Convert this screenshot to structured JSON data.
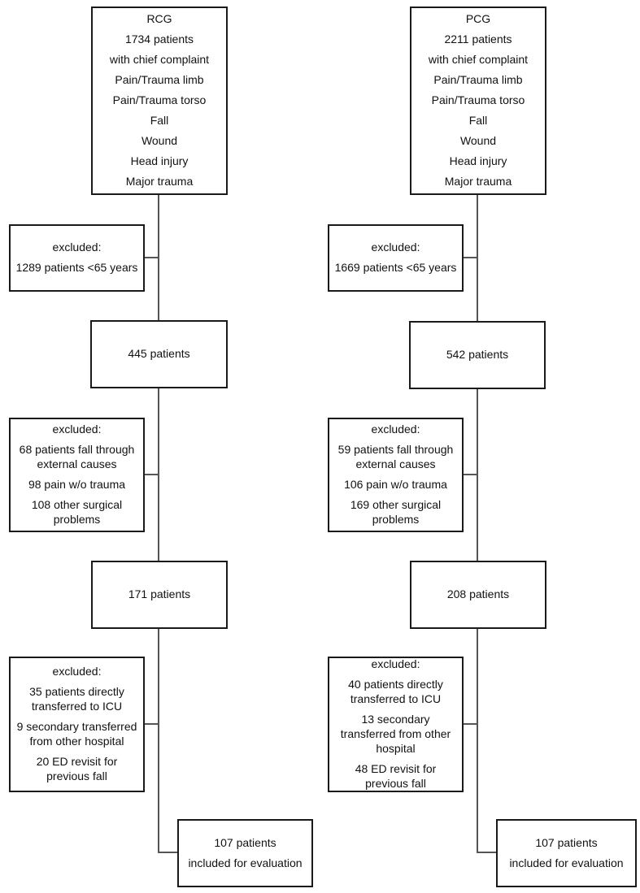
{
  "colors": {
    "box_border": "#1a1a1a",
    "connector": "#555555",
    "text": "#111111",
    "background": "#ffffff"
  },
  "diagram": {
    "rcg": {
      "top": [
        "RCG",
        "1734 patients",
        "with chief complaint",
        "Pain/Trauma limb",
        "Pain/Trauma torso",
        "Fall",
        "Wound",
        "Head injury",
        "Major trauma"
      ],
      "excluded1": [
        "excluded:",
        "1289 patients <65 years"
      ],
      "stage1": [
        "445 patients"
      ],
      "excluded2": [
        "excluded:",
        "68 patients fall through external causes",
        "98 pain w/o trauma",
        "108 other surgical problems"
      ],
      "stage2": [
        "171 patients"
      ],
      "excluded3": [
        "excluded:",
        "35 patients directly transferred to ICU",
        "9 secondary transferred from other hospital",
        "20 ED revisit for previous fall"
      ],
      "final": [
        "107 patients",
        "included for evaluation"
      ]
    },
    "pcg": {
      "top": [
        "PCG",
        "2211 patients",
        "with chief complaint",
        "Pain/Trauma limb",
        "Pain/Trauma torso",
        "Fall",
        "Wound",
        "Head injury",
        "Major trauma"
      ],
      "excluded1": [
        "excluded:",
        "1669 patients <65 years"
      ],
      "stage1": [
        "542 patients"
      ],
      "excluded2": [
        "excluded:",
        "59 patients fall through external causes",
        "106 pain w/o trauma",
        "169 other surgical problems"
      ],
      "stage2": [
        "208 patients"
      ],
      "excluded3": [
        "excluded:",
        "40 patients directly transferred to ICU",
        "13 secondary transferred from other hospital",
        "48 ED revisit for previous fall"
      ],
      "final": [
        "107 patients",
        "included for evaluation"
      ]
    }
  }
}
